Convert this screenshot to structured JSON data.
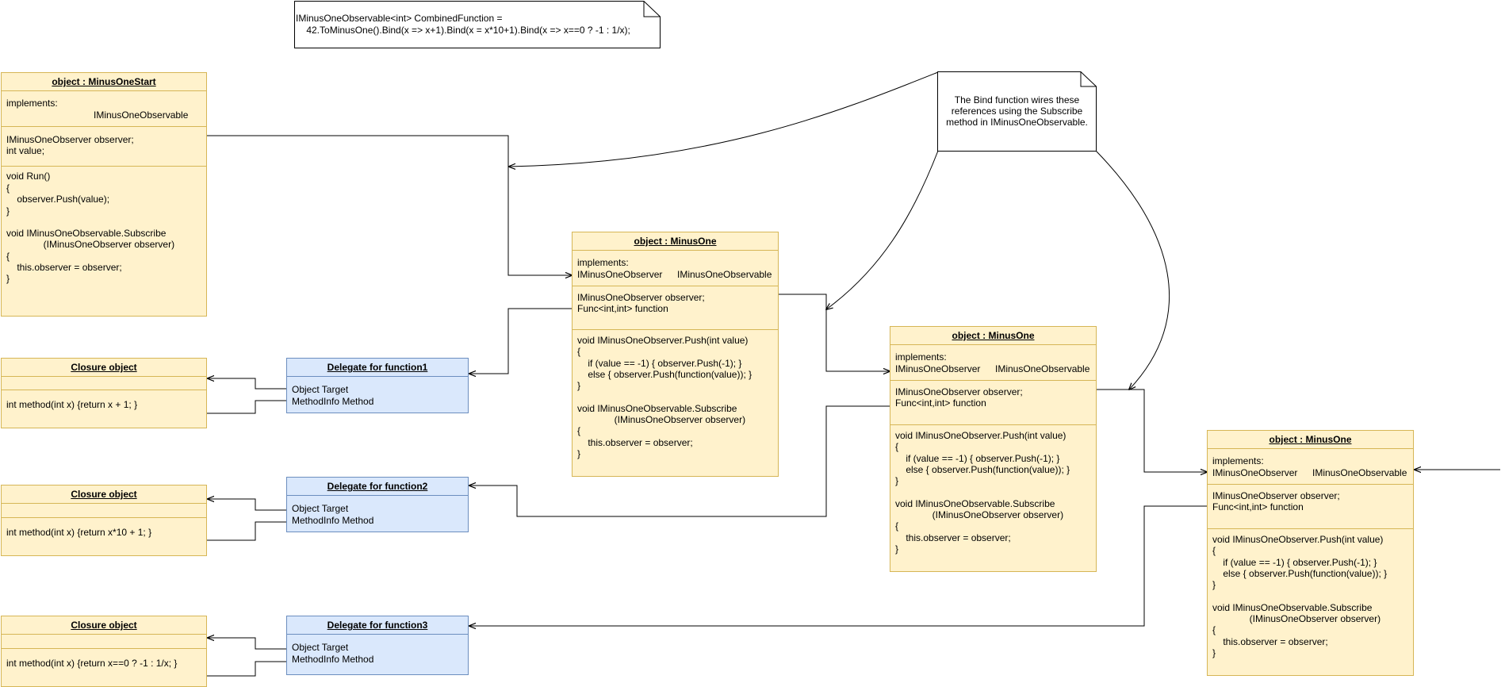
{
  "top_note": {
    "line1": "IMinusOneObservable<int> CombinedFunction =",
    "line2": "    42.ToMinusOne().Bind(x => x+1).Bind(x = x*10+1).Bind(x => x==0 ? -1 : 1/x);"
  },
  "bind_note": {
    "line1": "The Bind function wires these",
    "line2": "references using the Subscribe",
    "line3": "method in IMinusOneObservable."
  },
  "start": {
    "title": "object : MinusOneStart",
    "implements_label": "implements:",
    "implements_value": "IMinusOneObservable",
    "field1": "IMinusOneObserver observer;",
    "field2": "int value;",
    "code": [
      "void Run()",
      "{",
      "    observer.Push(value);",
      "}",
      "",
      "void IMinusOneObservable.Subscribe",
      "              (IMinusOneObserver observer)",
      "{",
      "    this.observer = observer;",
      "}"
    ]
  },
  "minus_one": {
    "title": "object : MinusOne",
    "implements_label": "implements:",
    "implements_value1": "IMinusOneObserver",
    "implements_value2": "IMinusOneObservable",
    "field1": "IMinusOneObserver observer;",
    "field2": "Func<int,int> function",
    "code": [
      "void IMinusOneObserver.Push(int value)",
      "{",
      "    if (value == -1) { observer.Push(-1); }",
      "    else { observer.Push(function(value)); }",
      "}",
      "",
      "void IMinusOneObservable.Subscribe",
      "              (IMinusOneObserver observer)",
      "{",
      "    this.observer = observer;",
      "}"
    ]
  },
  "closures": [
    {
      "title": "Closure object",
      "method": "int method(int x) {return x + 1; }"
    },
    {
      "title": "Closure object",
      "method": "int method(int x) {return x*10 + 1; }"
    },
    {
      "title": "Closure object",
      "method": "int method(int x) {return x==0 ? -1 : 1/x; }"
    }
  ],
  "delegates": [
    {
      "title": "Delegate for function1",
      "field1": "Object Target",
      "field2": "MethodInfo Method"
    },
    {
      "title": "Delegate for function2",
      "field1": "Object Target",
      "field2": "MethodInfo Method"
    },
    {
      "title": "Delegate for function3",
      "field1": "Object Target",
      "field2": "MethodInfo Method"
    }
  ],
  "colors": {
    "yellow_fill": "#fff2cc",
    "yellow_stroke": "#d6b656",
    "blue_fill": "#dae8fc",
    "blue_stroke": "#6c8ebf"
  }
}
